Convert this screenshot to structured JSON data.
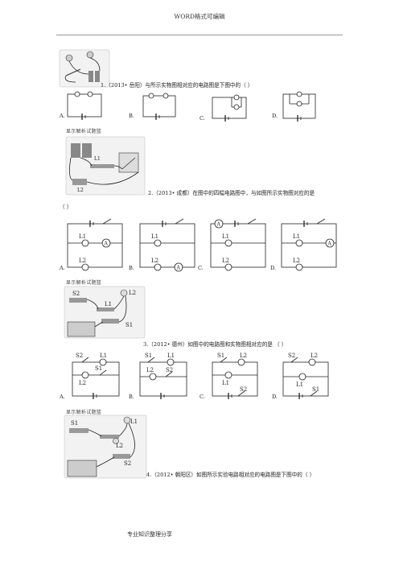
{
  "header": {
    "title": "WORD格式可编辑"
  },
  "footer": {
    "text": "专业知识整理分享"
  },
  "hint_text": "显示解析试题篮",
  "q1": {
    "text": "1.（2013• 岳阳）与所示实物图相对应的电路图是下图中的（    ）",
    "options": [
      "A.",
      "B.",
      "C.",
      "D."
    ]
  },
  "q2": {
    "text": "2.（2013• 成都）在图中的四幅电路图中，与如图所示实物图对应的是",
    "text_cont": "（    ）",
    "options": [
      "A.",
      "B.",
      "C.",
      "D."
    ]
  },
  "q3": {
    "text": "3.（2012• 德州）如图中的电路图和实物图相对应的是    （    ）",
    "options": [
      "A.",
      "B.",
      "C.",
      "D."
    ]
  },
  "q4": {
    "text": "4.（2012• 朝阳区）如图所示实验电路相对应的电路图是下图中的（    ）"
  },
  "labels": {
    "L1": "L1",
    "L2": "L2",
    "S1": "S1",
    "S2": "S2",
    "A": "A"
  }
}
